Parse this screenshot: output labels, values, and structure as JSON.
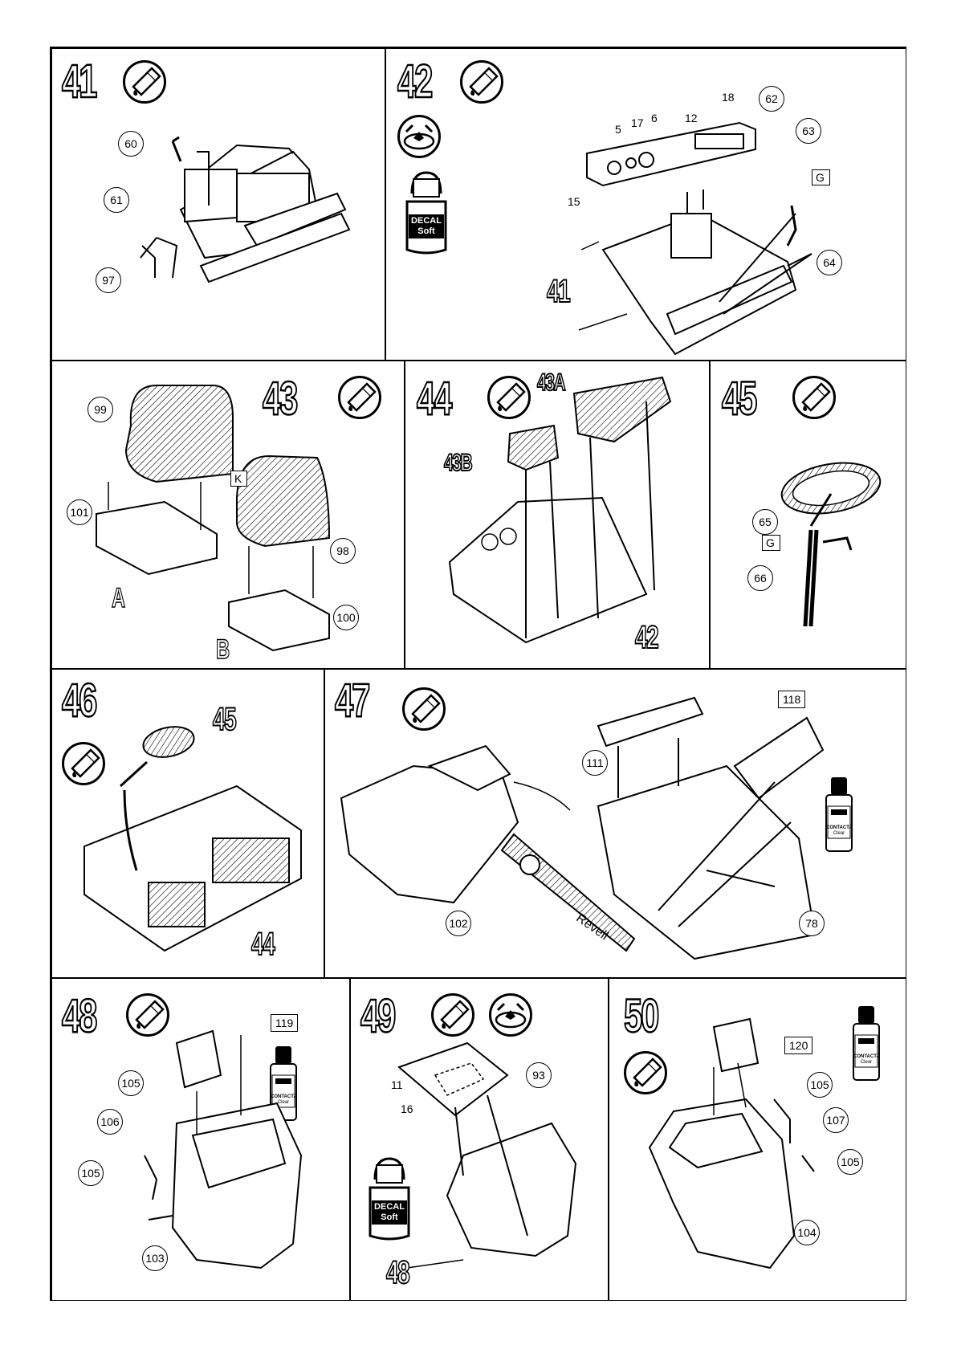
{
  "steps": [
    {
      "number": "41",
      "callouts": [
        "60",
        "61",
        "97"
      ]
    },
    {
      "number": "42",
      "callouts": [
        "62",
        "63",
        "64"
      ],
      "labels": [
        "5",
        "17",
        "6",
        "12",
        "18",
        "15"
      ],
      "part_flag": "G",
      "ref": "41",
      "bottle": {
        "line1": "DECAL",
        "line2": "Soft"
      }
    },
    {
      "number": "43",
      "callouts": [
        "99",
        "101",
        "98",
        "100"
      ],
      "part_flag": "K",
      "letters": [
        "A",
        "B"
      ]
    },
    {
      "number": "44",
      "refs": [
        "43A",
        "43B",
        "42"
      ]
    },
    {
      "number": "45",
      "callouts": [
        "65",
        "66"
      ],
      "part_flag": "G"
    },
    {
      "number": "46",
      "refs": [
        "45",
        "44"
      ]
    },
    {
      "number": "47",
      "callouts": [
        "111",
        "102",
        "78"
      ],
      "box_label": "118",
      "bottle": {
        "line1": "CONTACTA",
        "line2": "Clear"
      }
    },
    {
      "number": "48",
      "callouts": [
        "105",
        "106",
        "105",
        "103"
      ],
      "box_label": "119",
      "bottle": {
        "line1": "CONTACTA",
        "line2": "Clear"
      }
    },
    {
      "number": "49",
      "callouts": [
        "93"
      ],
      "labels": [
        "11",
        "16"
      ],
      "ref": "48",
      "bottle": {
        "line1": "DECAL",
        "line2": "Soft"
      }
    },
    {
      "number": "50",
      "callouts": [
        "105",
        "107",
        "105",
        "104"
      ],
      "box_label": "120",
      "bottle": {
        "line1": "CONTACTA",
        "line2": "Clear"
      }
    }
  ],
  "brand_text": "Revell"
}
